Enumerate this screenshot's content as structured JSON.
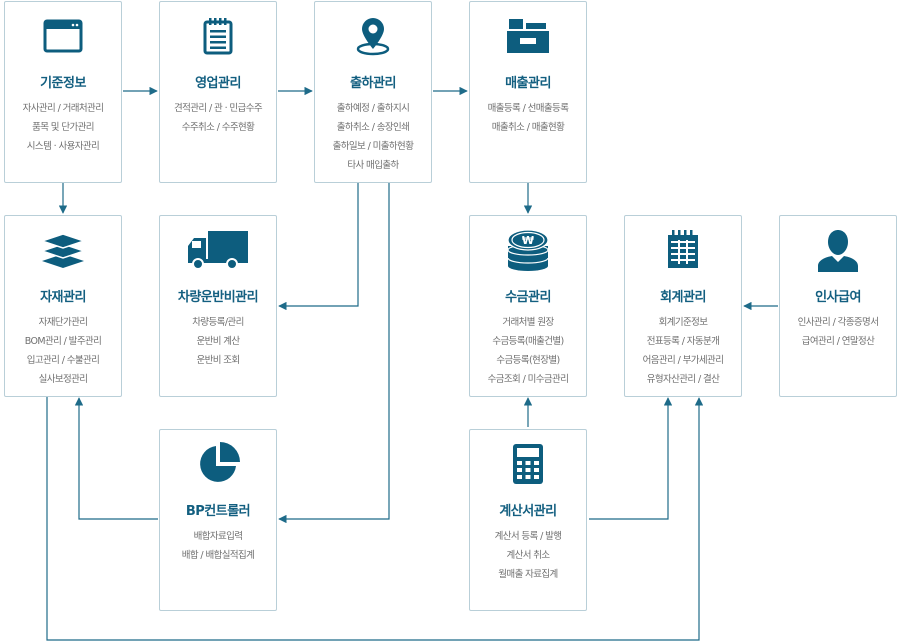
{
  "colors": {
    "title": "#135f80",
    "icon": "#0d5d7e",
    "line": "#1e6b89",
    "border": "#b9cfd8",
    "text": "#6f6f6f"
  },
  "modules": [
    {
      "id": "basic",
      "title": "기준정보",
      "icon": "browser-window-icon",
      "items": [
        "자사관리 / 거래처관리",
        "품목 및 단가관리",
        "시스템 · 사용자관리"
      ]
    },
    {
      "id": "sales",
      "title": "영업관리",
      "icon": "notepad-icon",
      "items": [
        "견적관리 / 관 · 민급수주",
        "수주취소 / 수주현황"
      ]
    },
    {
      "id": "shipping",
      "title": "출하관리",
      "icon": "location-pin-icon",
      "items": [
        "출하예정 / 출하지시",
        "출하취소 / 송장인쇄",
        "출하일보 / 미출하현황",
        "타사 매입출하"
      ]
    },
    {
      "id": "revenue",
      "title": "매출관리",
      "icon": "cash-register-icon",
      "items": [
        "매출등록 / 선매출등록",
        "매출취소 / 매출현황"
      ]
    },
    {
      "id": "material",
      "title": "자재관리",
      "icon": "layers-icon",
      "items": [
        "자재단가관리",
        "BOM관리 / 발주관리",
        "입고관리 / 수불관리",
        "실사보정관리"
      ]
    },
    {
      "id": "vehicle",
      "title": "차량운반비관리",
      "icon": "truck-icon",
      "items": [
        "차량등록/관리",
        "운반비 계산",
        "운반비 조회"
      ]
    },
    {
      "id": "collect",
      "title": "수금관리",
      "icon": "coin-stack-icon",
      "items": [
        "거래처별 원장",
        "수금등록(매출건별)",
        "수금등록(현장별)",
        "수금조회 / 미수금관리"
      ]
    },
    {
      "id": "account",
      "title": "회계관리",
      "icon": "ledger-icon",
      "items": [
        "회계기준정보",
        "전표등록 / 자동분개",
        "어음관리 / 부가세관리",
        "유형자산관리 / 결산"
      ]
    },
    {
      "id": "hr",
      "title": "인사급여",
      "icon": "person-icon",
      "items": [
        "인사관리 / 각종증명서",
        "급여관리 / 연말정산"
      ]
    },
    {
      "id": "bp",
      "title": "BP컨트롤러",
      "icon": "pie-chart-icon",
      "items": [
        "배합자료입력",
        "배합 / 배합실적집계"
      ]
    },
    {
      "id": "invoice",
      "title": "계산서관리",
      "icon": "calculator-icon",
      "items": [
        "계산서 등록 / 발행",
        "계산서 취소",
        "월매출 자료집계"
      ]
    }
  ]
}
